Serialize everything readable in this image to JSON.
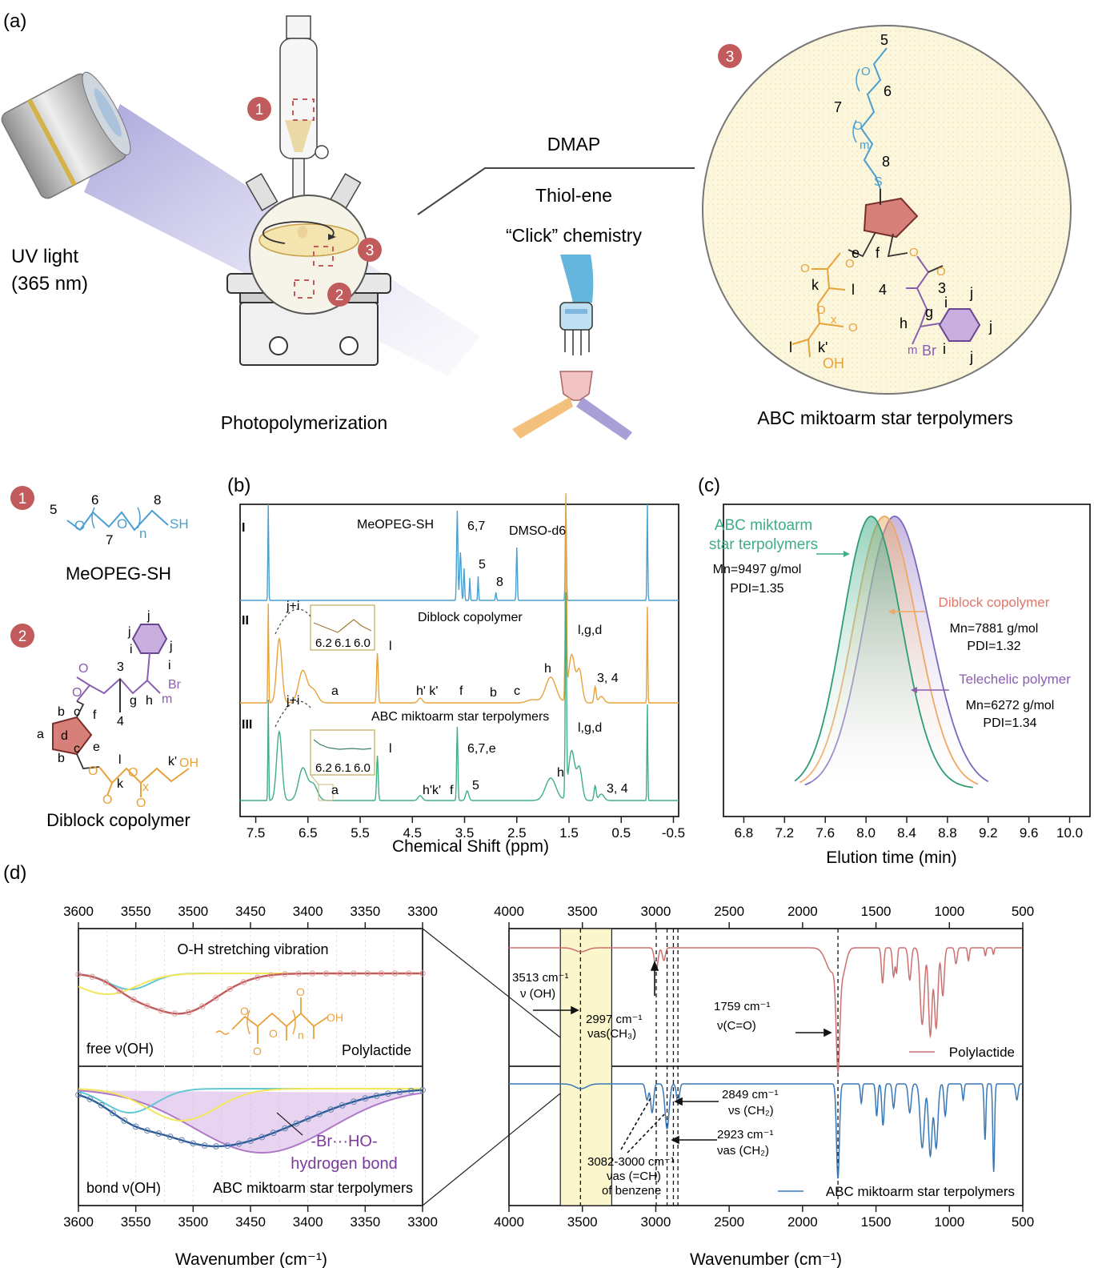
{
  "panels": {
    "a": "(a)",
    "b": "(b)",
    "c": "(c)",
    "d": "(d)"
  },
  "colors": {
    "red": "#c25b5b",
    "blue": "#4a9fd0",
    "orange": "#e8a23a",
    "green": "#3fae86",
    "purple": "#8a5fb0",
    "pla_red": "#cc7070",
    "abc_blue": "#3a78b8",
    "cyan": "#62c8d3",
    "yellow": "#f3e65a",
    "violet": "#b078c8",
    "hl": "#fbf6cc"
  },
  "setup": {
    "uv_line1": "UV light",
    "uv_line2": "(365 nm)",
    "caption": "Photopolymerization",
    "badge1": "1",
    "badge2": "2",
    "badge3": "3",
    "dmap": "DMAP",
    "thiol": "Thiol-ene",
    "click": "“Click” chemistry",
    "star_caption": "ABC miktoarm star terpolymers"
  },
  "star_labels": {
    "n5": "5",
    "n6": "6",
    "n7": "7",
    "n8": "8",
    "n3": "3",
    "n4": "4",
    "e": "e",
    "f": "f",
    "k": "k",
    "l1": "l",
    "l2": "l",
    "kp": "k'",
    "x": "x",
    "g": "g",
    "h": "h",
    "i1": "i",
    "i2": "i",
    "j1": "j",
    "j2": "j",
    "j3": "j",
    "m1": "m",
    "m2": "m",
    "br": "Br",
    "oh": "OH",
    "s": "S",
    "o1": "O",
    "o2": "O",
    "o3": "O",
    "o4": "O",
    "o5": "O",
    "o6": "O",
    "o7": "O",
    "o8": "O"
  },
  "mol1": {
    "name": "MeOPEG-SH",
    "badge": "1",
    "n5": "5",
    "n6": "6",
    "n7": "7",
    "n8": "8",
    "nn": "n",
    "o": "O",
    "sh": "SH"
  },
  "mol2": {
    "name": "Diblock copolymer",
    "badge": "2",
    "a": "a",
    "b1": "b",
    "b2": "b",
    "c1": "c",
    "c2": "c",
    "d": "d",
    "e": "e",
    "f": "f",
    "g": "g",
    "h": "h",
    "i1": "i",
    "i2": "i",
    "j1": "j",
    "j2": "j",
    "j3": "j",
    "k": "k",
    "kp": "k'",
    "l": "l",
    "m": "m",
    "x": "x",
    "n3": "3",
    "n4": "4",
    "br": "Br",
    "oh": "OH",
    "o1": "O",
    "o2": "O",
    "o3": "O",
    "o4": "O",
    "o5": "O",
    "o6": "O"
  },
  "nmr": {
    "xlabel": "Chemical Shift (ppm)",
    "ticks": [
      "7.5",
      "6.5",
      "5.5",
      "4.5",
      "3.5",
      "2.5",
      "1.5",
      "0.5",
      "-0.5"
    ],
    "trace1": {
      "roman": "I",
      "name": "MeOPEG-SH",
      "p67": "6,7",
      "p5": "5",
      "p8": "8",
      "dmso": "DMSO-d6"
    },
    "trace2": {
      "roman": "II",
      "name": "Diblock copolymer",
      "ji": "j+i",
      "l": "l",
      "a": "a",
      "hk": "h' k'",
      "f": "f",
      "b": "b",
      "c": "c",
      "h": "h",
      "lgd": "l,g,d",
      "p34": "3, 4",
      "inset_ticks": [
        "6.2",
        "6.1",
        "6.0"
      ]
    },
    "trace3": {
      "roman": "III",
      "name": "ABC miktoarm star terpolymers",
      "ji": "j+i",
      "l": "l",
      "p67e": "6,7,e",
      "a": "a",
      "hk": "h'k'",
      "f": "f",
      "p5": "5",
      "h": "h",
      "lgd": "l,g,d",
      "p34": "3, 4",
      "inset_ticks": [
        "6.2",
        "6.1",
        "6.0"
      ]
    }
  },
  "gpc": {
    "xlabel": "Elution time (min)",
    "ticks": [
      "6.8",
      "7.2",
      "7.6",
      "8.0",
      "8.4",
      "8.8",
      "9.2",
      "9.6",
      "10.0"
    ],
    "abc_l1": "ABC miktoarm",
    "abc_l2": "star terpolymers",
    "abc_mn": "Mn=9497 g/mol",
    "abc_pdi": "PDI=1.35",
    "di_name": "Diblock copolymer",
    "di_mn": "Mn=7881 g/mol",
    "di_pdi": "PDI=1.32",
    "te_name": "Telechelic polymer",
    "te_mn": "Mn=6272 g/mol",
    "te_pdi": "PDI=1.34"
  },
  "ftir_left": {
    "xlabel": "Wavenumber (cm⁻¹)",
    "ticks": [
      "3600",
      "3550",
      "3500",
      "3450",
      "3400",
      "3350",
      "3300"
    ],
    "top_title": "O-H stretching vibration",
    "top_free": "free ν(OH)",
    "top_name": "Polylactide",
    "top_n": "n",
    "top_oh": "OH",
    "top_o1": "O",
    "top_o2": "O",
    "top_o3": "O",
    "top_o4": "O",
    "bot_bond": "bond ν(OH)",
    "bot_name": "ABC miktoarm star terpolymers",
    "hb1": "-Br···HO-",
    "hb2": "hydrogen bond"
  },
  "ftir_right": {
    "xlabel": "Wavenumber (cm⁻¹)",
    "ticks": [
      "4000",
      "3500",
      "3000",
      "2500",
      "2000",
      "1500",
      "1000",
      "500"
    ],
    "oh_val": "3513 cm⁻¹",
    "oh_mode": "ν (OH)",
    "ch3_val": "2997 cm⁻¹",
    "ch3_mode": "νas(CH₃)",
    "co_val": "1759 cm⁻¹",
    "co_mode": "ν(C=O)",
    "top_name": "Polylactide",
    "s_val": "2849 cm⁻¹",
    "s_mode": "νs (CH₂)",
    "as_val": "2923 cm⁻¹",
    "as_mode": "νas (CH₂)",
    "bz_val": "3082-3000 cm⁻¹",
    "bz_mode": "νas (=CH)",
    "bz_of": "of benzene",
    "bot_name": "ABC miktoarm star terpolymers"
  }
}
